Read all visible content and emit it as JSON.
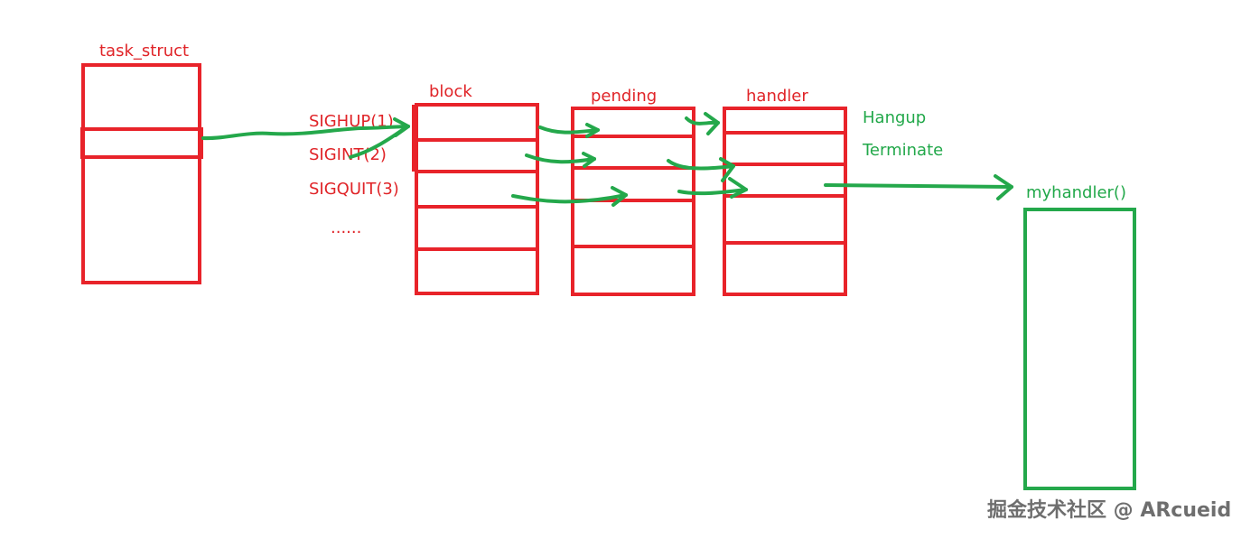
{
  "labels": {
    "task_struct": "task_struct",
    "block": "block",
    "pending": "pending",
    "handler": "handler",
    "myhandler": "myhandler()"
  },
  "signals": [
    "SIGHUP(1)",
    "SIGINT(2)",
    "SIGQUIT(3)",
    "......"
  ],
  "handler_actions": [
    "Hangup",
    "Terminate"
  ],
  "watermark": "掘金技术社区 @ ARcueid",
  "colors": {
    "red": "#e8232a",
    "green": "#24a84b"
  }
}
